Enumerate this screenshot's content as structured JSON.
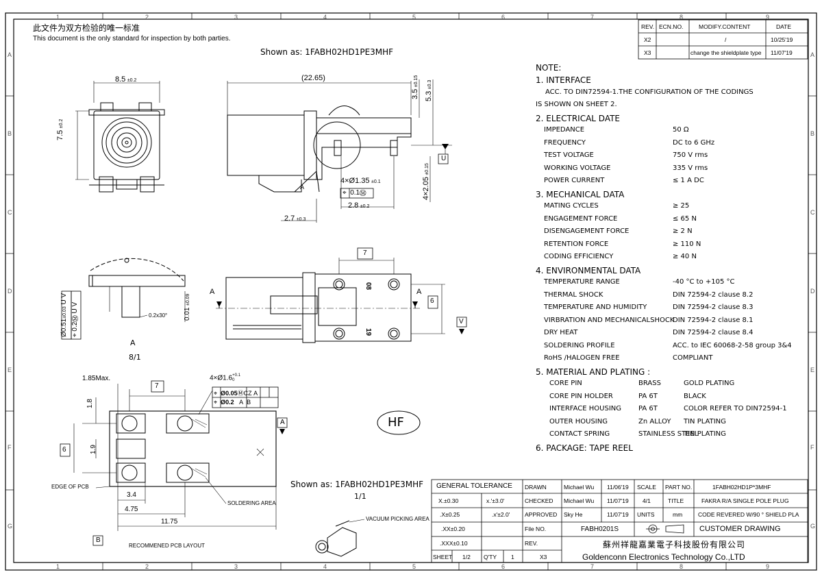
{
  "header": {
    "statement_cn": "此文件为双方检验的唯一标准",
    "statement_en": "This document is the only standard for inspection by both parties.",
    "shown_as_top": "Shown as: 1FABH02HD1PE3MHF",
    "shown_as_bottom": "Shown as: 1FABH02HD1PE3MHF",
    "shown_as_bottom_scale": "1/1",
    "detail_label": "A",
    "detail_scale": "8/1"
  },
  "border": {
    "columns": [
      "1",
      "2",
      "3",
      "4",
      "5",
      "6",
      "7",
      "8",
      "9"
    ],
    "rows": [
      "A",
      "B",
      "C",
      "D",
      "E",
      "F",
      "G"
    ]
  },
  "revision_table": {
    "headers": [
      "REV.",
      "ECN.NO.",
      "MODIFY.CONTENT",
      "DATE"
    ],
    "rows": [
      [
        "X2",
        "",
        "/",
        "10/25'19"
      ],
      [
        "X3",
        "",
        "change the shieldplate type",
        "11/07'19"
      ]
    ]
  },
  "notes": {
    "title": "NOTE:",
    "sections": [
      {
        "heading": "1. INTERFACE",
        "lines": [
          {
            "label": "ACC. TO DIN72594-1.THE CONFIGURATION OF THE CODINGS",
            "value": ""
          },
          {
            "label": "IS SHOWN ON SHEET 2.",
            "value": ""
          }
        ]
      },
      {
        "heading": "2. ELECTRICAL DATE",
        "lines": [
          {
            "label": "IMPEDANCE",
            "value": "50      Ω"
          },
          {
            "label": "FREQUENCY",
            "value": "DC to 6 GHz"
          },
          {
            "label": "TEST VOLTAGE",
            "value": "750 V rms"
          },
          {
            "label": "WORKING VOLTAGE",
            "value": "335 V rms"
          },
          {
            "label": "POWER CURRENT",
            "value": "≤ 1 A DC"
          }
        ]
      },
      {
        "heading": "3. MECHANICAL DATA",
        "lines": [
          {
            "label": "MATING CYCLES",
            "value": "≥ 25"
          },
          {
            "label": "ENGAGEMENT FORCE",
            "value": "≤ 65 N"
          },
          {
            "label": "DISENGAGEMENT FORCE",
            "value": "≥ 2 N"
          },
          {
            "label": "RETENTION FORCE",
            "value": "≥ 110 N"
          },
          {
            "label": "CODING EFFICIENCY",
            "value": "≥ 40 N"
          }
        ]
      },
      {
        "heading": "4. ENVIRONMENTAL DATA",
        "lines": [
          {
            "label": "TEMPERATURE RANGE",
            "value": "-40 °C to +105 °C"
          },
          {
            "label": "THERMAL SHOCK",
            "value": "DIN 72594-2 clause 8.2"
          },
          {
            "label": "TEMPERATURE AND HUMIDITY",
            "value": "DIN 72594-2 clause 8.3"
          },
          {
            "label": "VIRBRATION AND MECHANICALSHOCK",
            "value": "DIN 72594-2 clause 8.1"
          },
          {
            "label": "DRY HEAT",
            "value": "DIN 72594-2 clause 8.4"
          },
          {
            "label": "SOLDERING PROFILE",
            "value": "ACC. to IEC 60068-2-58 group 3&4"
          },
          {
            "label": "RoHS /HALOGEN FREE",
            "value": "COMPLIANT"
          }
        ]
      },
      {
        "heading": "5. MATERIAL AND PLATING :",
        "materials": [
          {
            "part": "CORE PIN",
            "material": "BRASS",
            "plating": "GOLD PLATING"
          },
          {
            "part": "CORE PIN HOLDER",
            "material": "PA 6T",
            "plating": "BLACK"
          },
          {
            "part": "INTERFACE HOUSING",
            "material": "PA 6T",
            "plating": "COLOR REFER TO DIN72594-1"
          },
          {
            "part": "OUTER  HOUSING",
            "material": "Zn ALLOY",
            "plating": "TIN PLATING"
          },
          {
            "part": "CONTACT SPRING",
            "material": "STAINLESS STEEL",
            "plating": "TIN PLATING"
          }
        ]
      },
      {
        "heading": "6. PACKAGE:   TAPE REEL",
        "lines": []
      }
    ]
  },
  "front_view": {
    "width_dim": "8.5",
    "width_tol": "±0.2",
    "height_dim": "7.5",
    "height_tol": "±0.2"
  },
  "side_view": {
    "length_dim": "(22.65)",
    "dim_3_5": "3.5",
    "dim_3_5_tol": "±0.15",
    "dim_5_3": "5.3",
    "dim_5_3_tol": "±0.3",
    "holes": "4×Ø1.35",
    "holes_tol": "±0.1",
    "position_tol": "0.1",
    "dim_2_05": "4×2.05",
    "dim_2_05_tol": "±0.15",
    "dim_2_8": "2.8",
    "dim_2_8_tol": "±0.2",
    "dim_2_7": "2.7",
    "dim_2_7_tol": "±0.3",
    "datum_u": "U",
    "detail_ref": "A"
  },
  "detail_view": {
    "dia": "Ø0.51",
    "dia_tol": "±0.03",
    "datums": [
      "U",
      "V"
    ],
    "pos_tol": "0.2",
    "chamfer": "0.2x30°",
    "dim_0_01": "0.01",
    "dim_0_01_tol": "±0.09"
  },
  "bottom_view": {
    "dim_7": "7",
    "dim_6": "6",
    "section": "A",
    "datum_v": "V",
    "code_top": "08",
    "code_bottom": "19"
  },
  "pcb_layout": {
    "dim_1_85": "1.85Max.",
    "dim_7": "7",
    "holes": "4×Ø1.6",
    "holes_tol_plus": "+0.1",
    "holes_tol_minus": "0",
    "fcf1_tol": "Ø0.05",
    "fcf1_datums": [
      "C",
      "Z",
      "A"
    ],
    "fcf2_tol": "Ø0.2",
    "fcf2_datums": [
      "A",
      "B"
    ],
    "dim_1_8": "1.8",
    "dim_6": "6",
    "dim_1_9": "1.9",
    "dim_3_4": "3.4",
    "dim_4_75": "4.75",
    "dim_11_75": "11.75",
    "datum_a": "A",
    "datum_b": "B",
    "edge_label": "EDGE OF PCB",
    "soldering_label": "SOLDERING AREA",
    "vacuum_label": "VACUUM PICKING AREA",
    "title": "RECOMMENED PCB LAYOUT"
  },
  "hf_mark": "HF",
  "title_block": {
    "general_tolerance": "GENERAL TOLERANCE",
    "tol_x": "X.±0.30",
    "tol_x_ang": "x.'±3.0'",
    "tol_xx": ".X±0.25",
    "tol_xx_ang": ".x'±2.0'",
    "tol_xxx": ".XX±0.20",
    "tol_xxxx": ".XXX±0.10",
    "drawn_label": "DRAWN",
    "drawn_by": "Michael Wu",
    "drawn_date": "11/06'19",
    "checked_label": "CHECKED",
    "checked_by": "Michael Wu",
    "checked_date": "11/07'19",
    "approved_label": "APPROVED",
    "approved_by": "Sky He",
    "approved_date": "11/07'19",
    "file_label": "File NO.",
    "file_no": "FABH0201S",
    "rev_label": "REV.",
    "scale_label": "SCALE",
    "scale": "4/1",
    "units_label": "UNITS",
    "units": "mm",
    "partno_label": "PART NO.",
    "part_no": "1FABH02HD1P*3MHF",
    "title_label": "TITLE",
    "title_line1": "FAKRA R/A SINGLE POLE PLUG",
    "title_line2": "CODE REVERED W/90   ° SHIELD PLA",
    "customer": "CUSTOMER DRAWING",
    "company_cn": "蘇州祥龍嘉業電子科技股份有限公司",
    "company_en": "Goldenconn Electronics Technology Co.,LTD",
    "sheet_label": "SHEET",
    "sheet": "1/2",
    "qty_label": "Q'TY",
    "qty": "1",
    "rev": "X3"
  }
}
